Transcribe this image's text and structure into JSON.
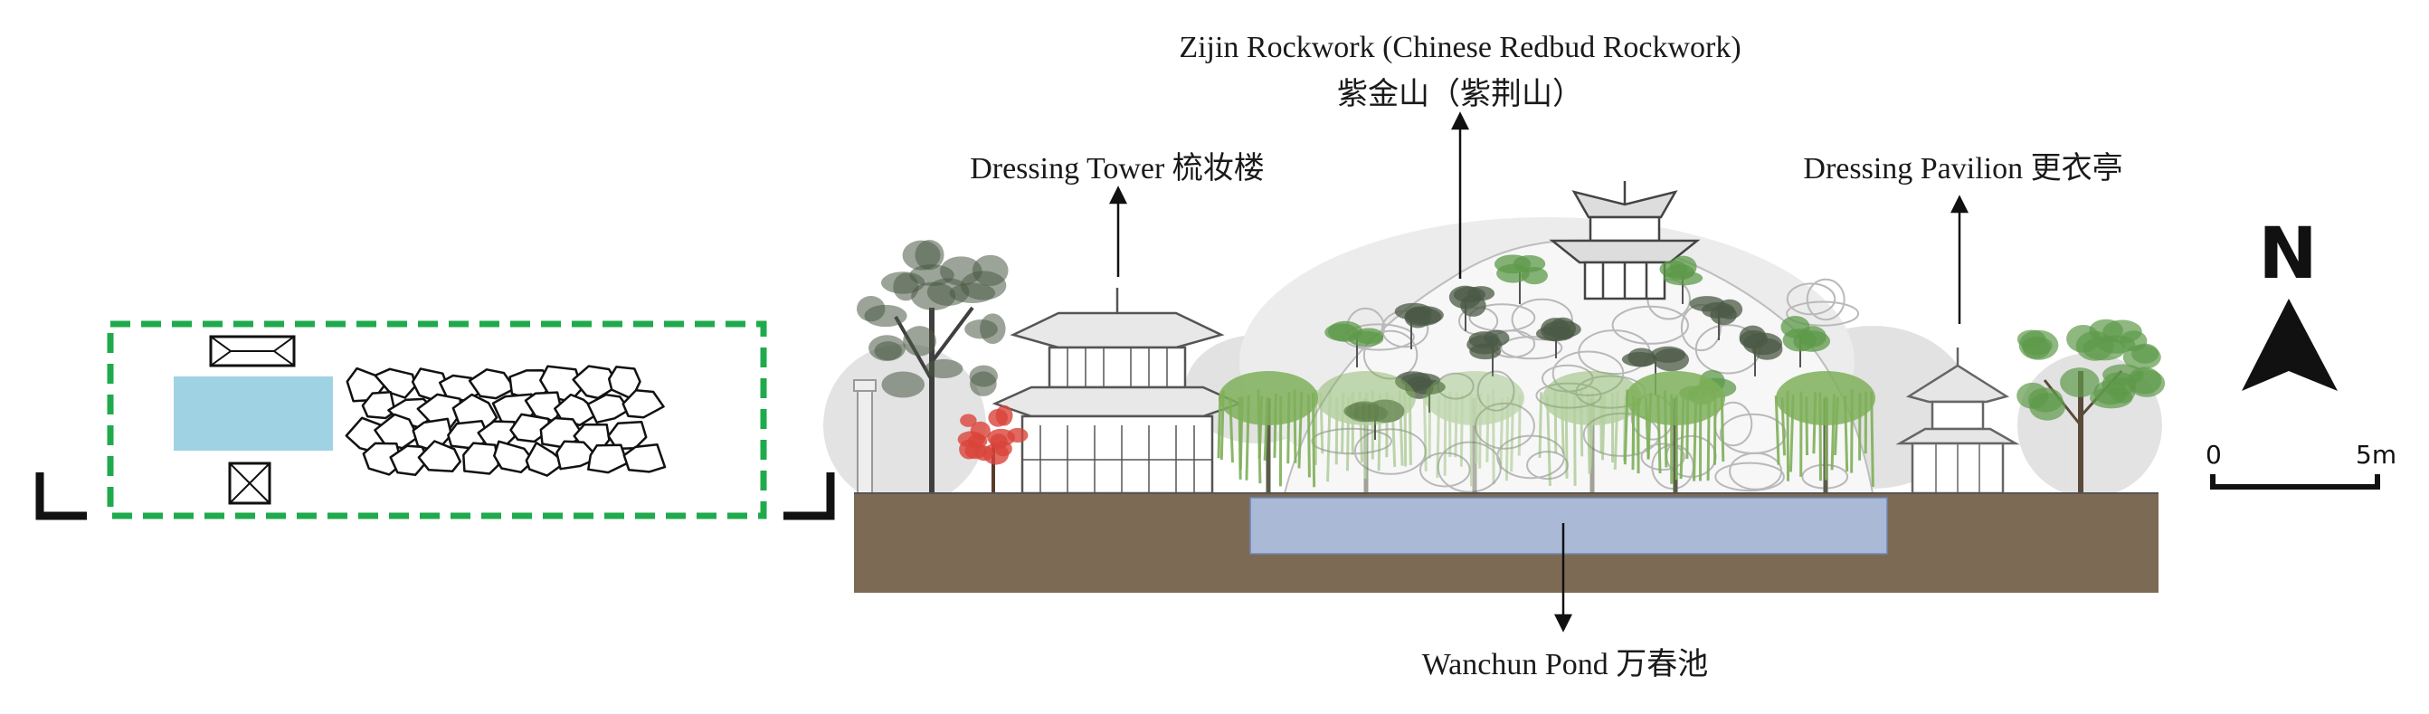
{
  "labels": {
    "rockwork_en": "Zijin Rockwork (Chinese Redbud Rockwork)",
    "rockwork_zh": "紫金山（紫荆山）",
    "tower": "Dressing Tower 梳妆楼",
    "pavilion": "Dressing Pavilion 更衣亭",
    "pond": "Wanchun Pond 万春池"
  },
  "compass": {
    "north_label": "N"
  },
  "scale": {
    "start": "0",
    "end": "5m"
  },
  "colors": {
    "plan_border": "#1faa4c",
    "pond": "#9fd3e3",
    "ground": "#7d6a55",
    "water": "#a9b9d6",
    "willow": "#7fb05a",
    "maple": "#d9433a",
    "tree_dark": "#4b5a46",
    "tree_green": "#5e9a4a"
  }
}
